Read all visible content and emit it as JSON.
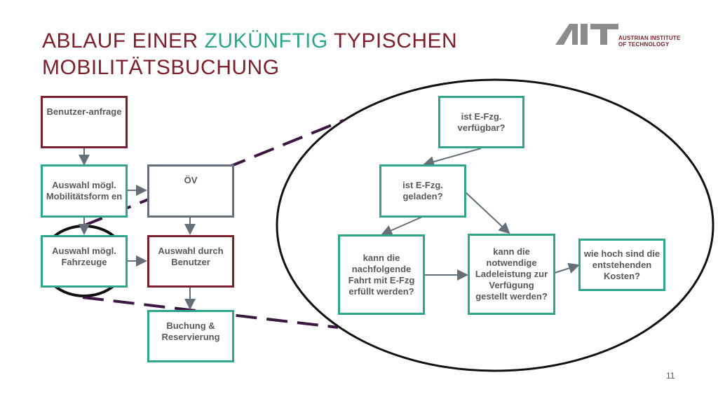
{
  "title": {
    "part1": "ABLAUF EINER ",
    "accent": "ZUKÜNFTIG",
    "part2": " TYPISCHEN MOBILITÄTSBUCHUNG"
  },
  "logo": {
    "line1": "AUSTRIAN INSTITUTE",
    "line2": "OF TECHNOLOGY"
  },
  "left_flow": {
    "benutzeranfrage": "Benutzer-anfrage",
    "auswahl_mobilitaetsform": "Auswahl mögl. Mobilitätsform en",
    "oev": "ÖV",
    "auswahl_fahrzeuge": "Auswahl mögl. Fahrzeuge",
    "auswahl_benutzer": "Auswahl durch Benutzer",
    "buchung": "Buchung & Reservierung"
  },
  "zoom_flow": {
    "verfuegbar": "ist E-Fzg. verfügbar?",
    "geladen": "ist E-Fzg. geladen?",
    "fahrt_erfuellt": "kann die nachfolgende Fahrt mit E-Fzg erfüllt werden?",
    "ladeleistung": "kann die notwendige Ladeleistung zur Verfügung gestellt werden?",
    "kosten": "wie hoch sind die entstehenden Kosten?"
  },
  "colors": {
    "maroon": "#7a1f2b",
    "teal": "#2fa58c",
    "grey": "#666f77",
    "dash": "#3b1840"
  },
  "page_number": "11"
}
